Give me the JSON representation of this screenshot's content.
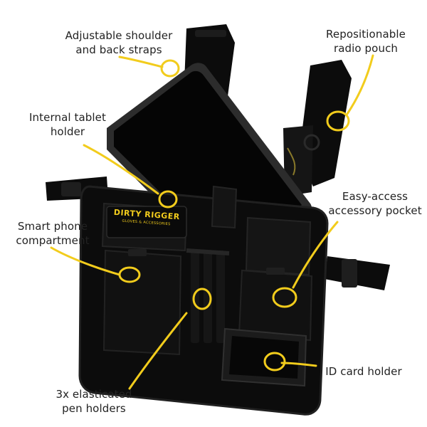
{
  "colors": {
    "accent": "#f2cc1c",
    "vest": "#0c0c0c",
    "text": "#222222",
    "background": "#ffffff"
  },
  "brand": {
    "logo_main": "DIRTY RIGGER",
    "logo_sub": "GLOVES & ACCESSORIES"
  },
  "callouts": {
    "shoulder_straps": {
      "line1": "Adjustable shoulder",
      "line2": "and back straps"
    },
    "radio_pouch": {
      "line1": "Repositionable",
      "line2": "radio pouch"
    },
    "tablet_holder": {
      "line1": "Internal tablet",
      "line2": "holder"
    },
    "accessory_pocket": {
      "line1": "Easy-access",
      "line2": "accessory pocket"
    },
    "phone_compartment": {
      "line1": "Smart phone",
      "line2": "compartment"
    },
    "id_card_holder": {
      "line1": "ID card holder"
    },
    "pen_holders": {
      "line1": "3x elasticated",
      "line2": "pen holders"
    }
  }
}
